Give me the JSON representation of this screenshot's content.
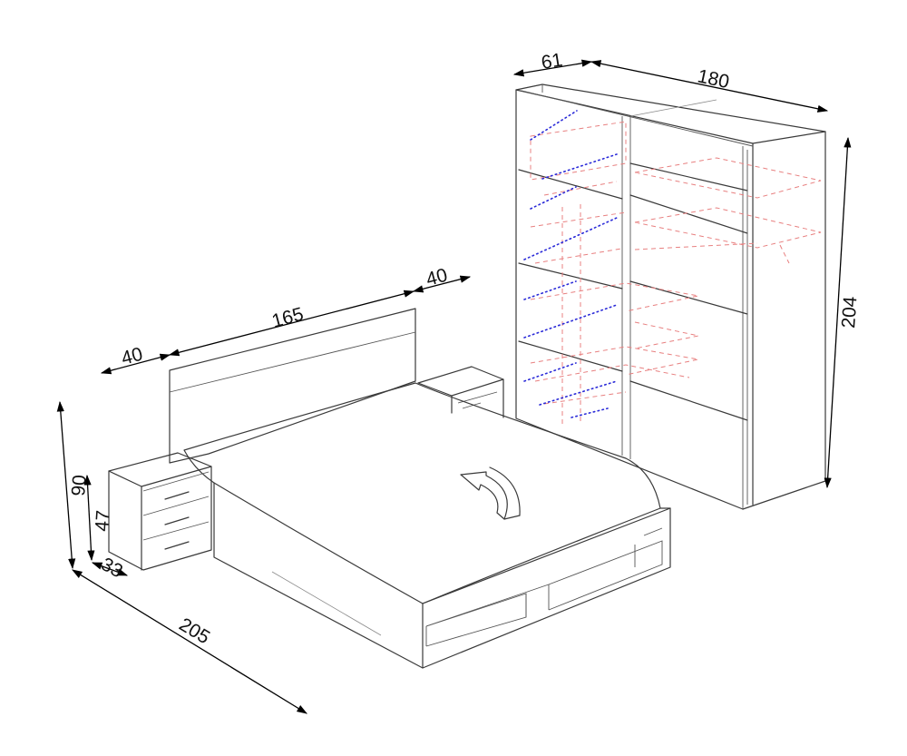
{
  "dimensions": {
    "wardrobe_depth": "61",
    "wardrobe_width": "180",
    "wardrobe_height": "204",
    "nightstand_left_width": "40",
    "bed_width": "165",
    "nightstand_right_width": "40",
    "total_height": "90",
    "nightstand_height": "47",
    "nightstand_depth": "33",
    "bed_length": "205"
  },
  "colors": {
    "outline": "#3a3a3a",
    "hidden_shelf_lines": "#e88080",
    "hidden_rod_lines": "#2a2ad8"
  },
  "icons": {
    "rotate_arrow": "curved-arrow-icon"
  }
}
